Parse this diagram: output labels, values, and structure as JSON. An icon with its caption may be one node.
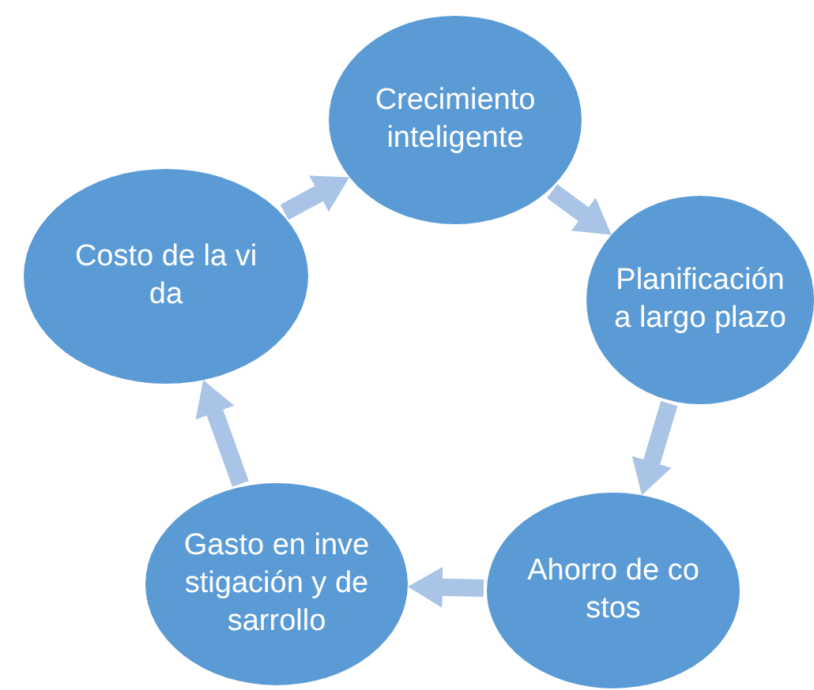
{
  "diagram": {
    "nodes": [
      {
        "text": [
          "Crecimiento inteligente"
        ]
      },
      {
        "text": [
          "Planificación a largo plazo"
        ]
      },
      {
        "text": [
          "Ahorro de costos"
        ]
      },
      {
        "text": [
          "Gasto en investigación y desarrollo"
        ]
      },
      {
        "text": [
          "Costo de la vida"
        ]
      }
    ],
    "edges": [
      {
        "from": 0,
        "to": 1,
        "arrow": "to"
      },
      {
        "from": 1,
        "to": 2,
        "arrow": "to"
      },
      {
        "from": 2,
        "to": 3,
        "arrow": "to"
      },
      {
        "from": 3,
        "to": 4,
        "arrow": "to"
      },
      {
        "from": 4,
        "to": 0,
        "arrow": "to"
      }
    ]
  }
}
